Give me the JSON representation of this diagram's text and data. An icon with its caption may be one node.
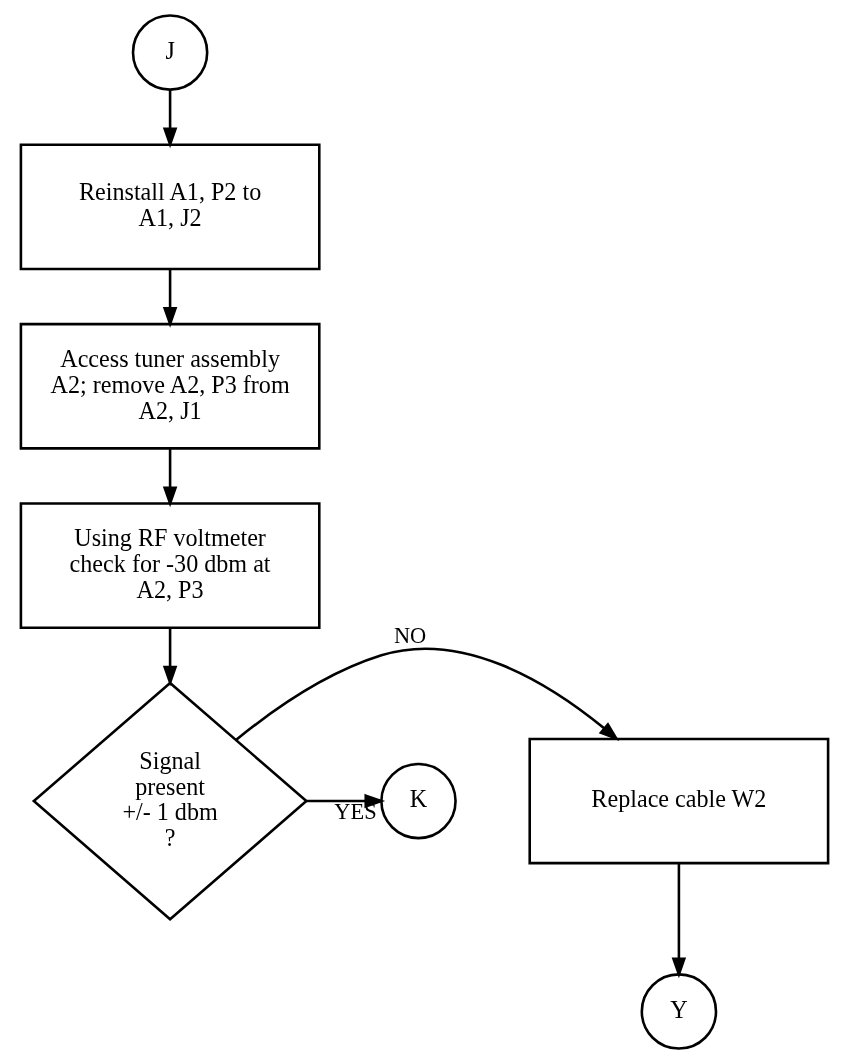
{
  "diagram": {
    "nodes": [
      {
        "text": [
          "J"
        ]
      },
      {
        "text": [
          "Reinstall A1, P2 to A1, J2"
        ]
      },
      {
        "text": [
          "Access tuner assembly A2; remove A2, P3 from A2, J1"
        ]
      },
      {
        "text": [
          "Using RF voltmeter check for -30 dbm at A2, P3"
        ]
      },
      {
        "text": [
          "Signal present +/- 1 dbm ?"
        ]
      },
      {
        "text": [
          "Replace cable W2"
        ]
      },
      {
        "text": [
          "K"
        ]
      },
      {
        "text": [
          "Y"
        ]
      }
    ],
    "edges": [
      {
        "from": 0,
        "to": 1,
        "arrow": "to"
      },
      {
        "from": 1,
        "to": 2,
        "arrow": "to"
      },
      {
        "from": 2,
        "to": 3,
        "arrow": "to"
      },
      {
        "from": 3,
        "to": 4,
        "arrow": "to"
      },
      {
        "from": 4,
        "to": 5,
        "arrow": "to",
        "label": "NO"
      },
      {
        "from": 4,
        "to": 6,
        "arrow": "to",
        "label": "YES"
      },
      {
        "from": 5,
        "to": 7,
        "arrow": "to"
      }
    ]
  }
}
